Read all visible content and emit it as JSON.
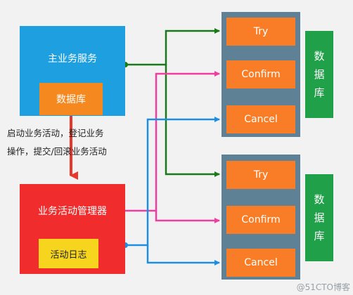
{
  "main_service": {
    "label": "主业务服务",
    "db_label": "数据库"
  },
  "description": [
    "启动业务活动，登记业务",
    "操作，提交/回滚业务活动"
  ],
  "manager": {
    "label": "业务活动管理器",
    "log_label": "活动日志"
  },
  "groups": [
    {
      "steps": [
        "Try",
        "Confirm",
        "Cancel"
      ],
      "db_chars": [
        "数",
        "据",
        "库"
      ]
    },
    {
      "steps": [
        "Try",
        "Confirm",
        "Cancel"
      ],
      "db_chars": [
        "数",
        "据",
        "库"
      ]
    }
  ],
  "colors": {
    "main_service": "#1e9fe0",
    "database_box": "#f5891f",
    "manager": "#f02c2c",
    "log": "#f7d51e",
    "step": "#f97d26",
    "group_bg": "#5f8196",
    "side_database": "#20a048",
    "try_arrow": "#1a7a1a",
    "confirm_arrow": "#f03ea0",
    "cancel_arrow": "#1e8fe0",
    "main_arrow": "#e8382c"
  },
  "watermark": "@51CTO博客"
}
